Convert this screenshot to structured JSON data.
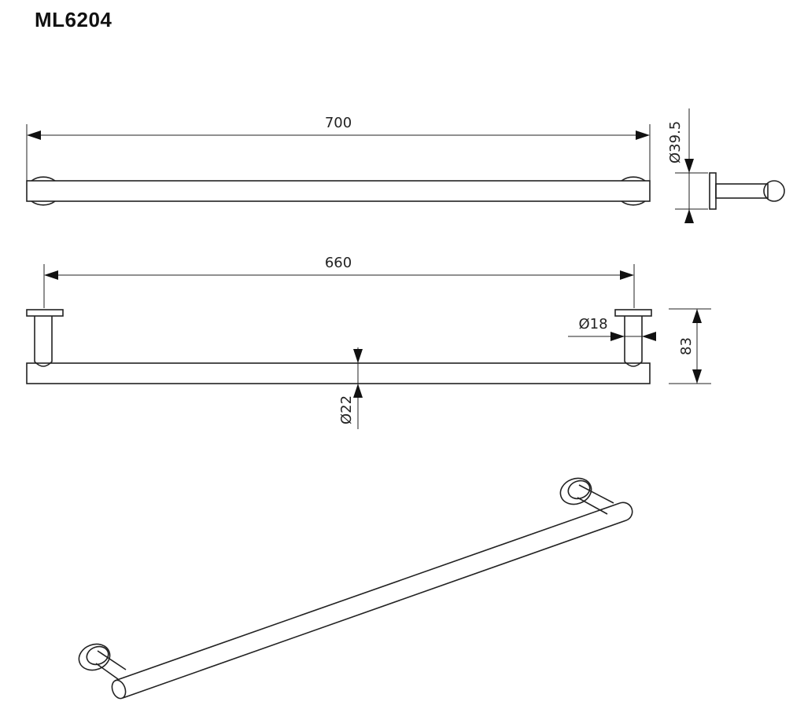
{
  "title": "ML6204",
  "dimensions": {
    "length_overall": "700",
    "post_diameter": "Ø39.5",
    "length_centers": "660",
    "bar_diameter_small": "Ø18",
    "projection": "83",
    "bar_diameter": "Ø22"
  }
}
